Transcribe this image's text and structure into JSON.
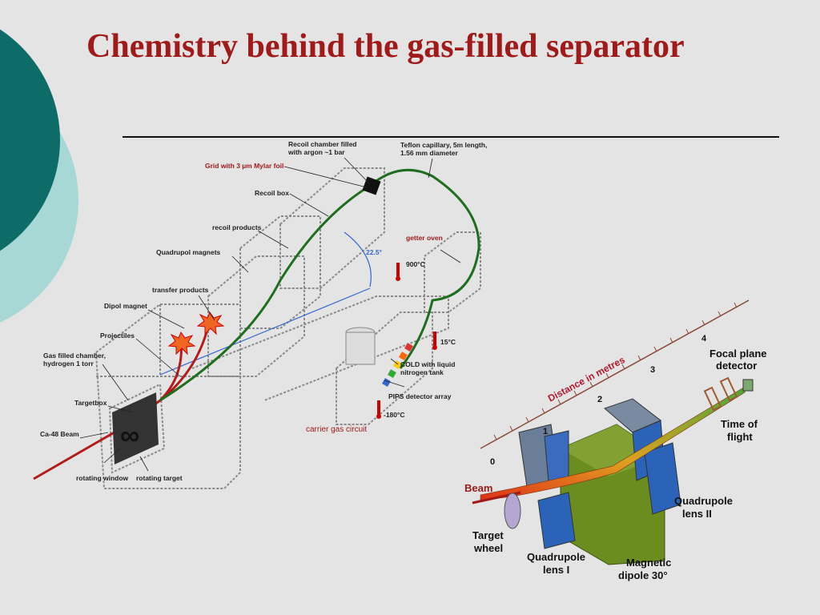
{
  "slide": {
    "title": "Chemistry behind the gas-filled separator"
  },
  "left_diagram": {
    "labels": {
      "recoil_chamber": [
        "Recoil chamber filled",
        "with argon ~1 bar"
      ],
      "teflon": [
        "Teflon capillary, 5m length,",
        "1.56 mm diameter"
      ],
      "grid": "Grid with 3 µm Mylar foil",
      "recoil_box": "Recoil box",
      "recoil_products": "recoil products",
      "getter_oven": "getter oven",
      "temp_900": "900°C",
      "angle": "22.5°",
      "quadrupol": "Quadrupol magnets",
      "transfer": "transfer products",
      "dipol": "Dipol magnet",
      "projectiles": "Projectiles",
      "gas_chamber": [
        "Gas filled chamber,",
        "hydrogen 1 torr"
      ],
      "targetbox": "Targetbox",
      "ca48": "Ca-48 Beam",
      "rotating_window": "rotating window",
      "rotating_target": "rotating target",
      "temp_15": "15°C",
      "cold": [
        "COLD with liquid",
        "nitrogen tank"
      ],
      "pips": "PIPS detector array",
      "temp_m180": "-180°C",
      "carrier": "carrier gas circuit"
    }
  },
  "right_diagram": {
    "labels": {
      "distance": "Distance in metres",
      "ticks": [
        "0",
        "1",
        "2",
        "3",
        "4"
      ],
      "focal": [
        "Focal plane",
        "detector"
      ],
      "tof": [
        "Time of",
        "flight"
      ],
      "beam": "Beam",
      "quad2": [
        "Quadrupole",
        "lens II"
      ],
      "target_wheel": [
        "Target",
        "wheel"
      ],
      "quad1": [
        "Quadrupole",
        "lens I"
      ],
      "dipole": [
        "Magnetic",
        "dipole 30°"
      ]
    }
  }
}
